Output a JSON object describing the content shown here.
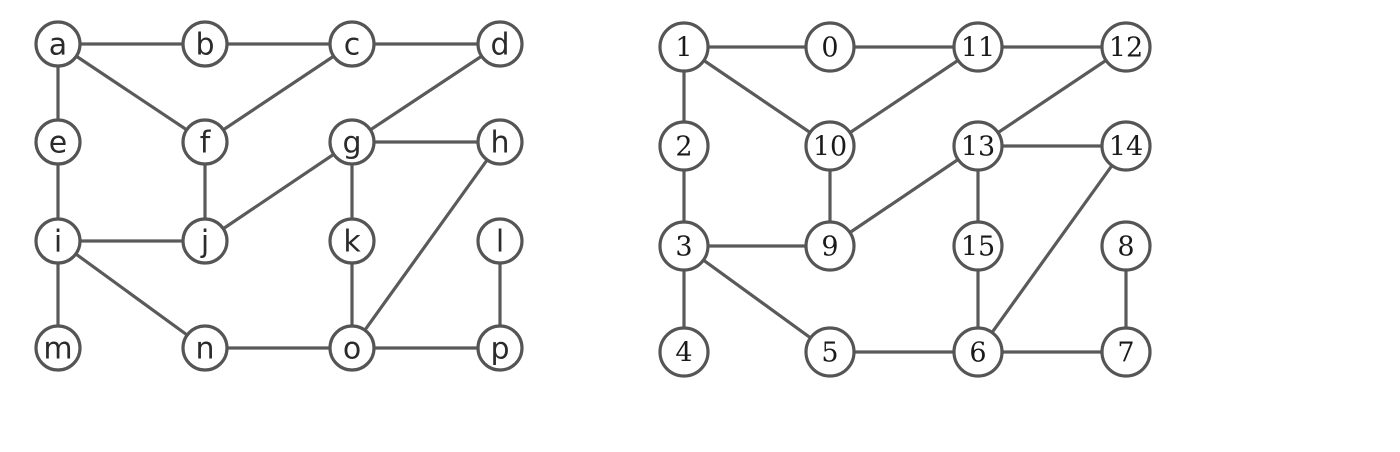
{
  "graphs": [
    {
      "id": "letter-graph",
      "node_style": "printed",
      "nodes": [
        {
          "id": "a",
          "label": "a"
        },
        {
          "id": "b",
          "label": "b"
        },
        {
          "id": "c",
          "label": "c"
        },
        {
          "id": "d",
          "label": "d"
        },
        {
          "id": "e",
          "label": "e"
        },
        {
          "id": "f",
          "label": "f"
        },
        {
          "id": "g",
          "label": "g"
        },
        {
          "id": "h",
          "label": "h"
        },
        {
          "id": "i",
          "label": "i"
        },
        {
          "id": "j",
          "label": "j"
        },
        {
          "id": "k",
          "label": "k"
        },
        {
          "id": "l",
          "label": "l"
        },
        {
          "id": "m",
          "label": "m"
        },
        {
          "id": "n",
          "label": "n"
        },
        {
          "id": "o",
          "label": "o"
        },
        {
          "id": "p",
          "label": "p"
        }
      ],
      "edges": [
        [
          "a",
          "b"
        ],
        [
          "b",
          "c"
        ],
        [
          "c",
          "d"
        ],
        [
          "a",
          "e"
        ],
        [
          "a",
          "f"
        ],
        [
          "c",
          "f"
        ],
        [
          "d",
          "g"
        ],
        [
          "g",
          "h"
        ],
        [
          "e",
          "i"
        ],
        [
          "f",
          "j"
        ],
        [
          "j",
          "g"
        ],
        [
          "g",
          "k"
        ],
        [
          "i",
          "j"
        ],
        [
          "i",
          "m"
        ],
        [
          "i",
          "n"
        ],
        [
          "k",
          "o"
        ],
        [
          "h",
          "o"
        ],
        [
          "l",
          "p"
        ],
        [
          "n",
          "o"
        ],
        [
          "o",
          "p"
        ]
      ]
    },
    {
      "id": "number-graph",
      "node_style": "handwritten",
      "nodes": [
        {
          "id": "n1",
          "label": "1"
        },
        {
          "id": "n0",
          "label": "0"
        },
        {
          "id": "n11",
          "label": "11"
        },
        {
          "id": "n12",
          "label": "12"
        },
        {
          "id": "n2",
          "label": "2"
        },
        {
          "id": "n10",
          "label": "10"
        },
        {
          "id": "n13",
          "label": "13"
        },
        {
          "id": "n14",
          "label": "14"
        },
        {
          "id": "n3",
          "label": "3"
        },
        {
          "id": "n9",
          "label": "9"
        },
        {
          "id": "n15",
          "label": "15"
        },
        {
          "id": "n8",
          "label": "8"
        },
        {
          "id": "n4",
          "label": "4"
        },
        {
          "id": "n5",
          "label": "5"
        },
        {
          "id": "n6",
          "label": "6"
        },
        {
          "id": "n7",
          "label": "7"
        }
      ],
      "edges": [
        [
          "n1",
          "n0"
        ],
        [
          "n0",
          "n11"
        ],
        [
          "n11",
          "n12"
        ],
        [
          "n1",
          "n2"
        ],
        [
          "n1",
          "n10"
        ],
        [
          "n11",
          "n10"
        ],
        [
          "n12",
          "n13"
        ],
        [
          "n13",
          "n14"
        ],
        [
          "n2",
          "n3"
        ],
        [
          "n10",
          "n9"
        ],
        [
          "n9",
          "n13"
        ],
        [
          "n13",
          "n15"
        ],
        [
          "n3",
          "n9"
        ],
        [
          "n3",
          "n4"
        ],
        [
          "n3",
          "n5"
        ],
        [
          "n15",
          "n6"
        ],
        [
          "n14",
          "n6"
        ],
        [
          "n8",
          "n7"
        ],
        [
          "n5",
          "n6"
        ],
        [
          "n6",
          "n7"
        ]
      ]
    }
  ]
}
